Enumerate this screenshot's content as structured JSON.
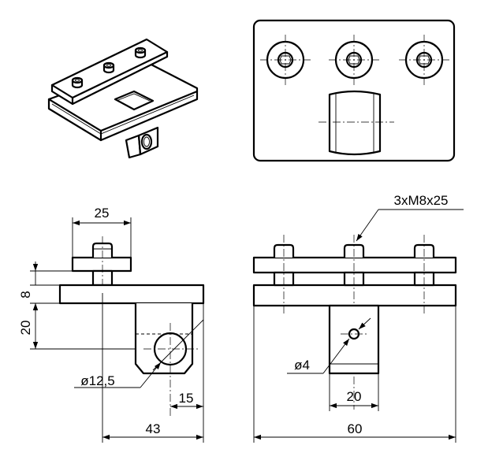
{
  "dimensions": {
    "top_width": "25",
    "thread_callout": "3xM8x25",
    "plate_thickness": "8",
    "leg_height": "20",
    "bore_diameter": "ø12,5",
    "bore_offset": "15",
    "overall_depth": "43",
    "hole_diameter": "ø4",
    "leg_width": "20",
    "overall_width": "60"
  }
}
